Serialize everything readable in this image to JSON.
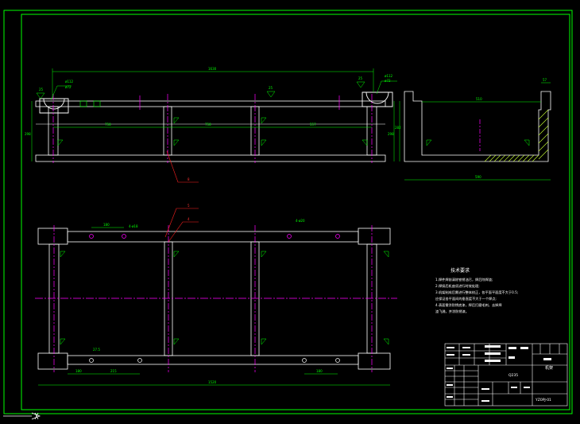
{
  "colors": {
    "background": "#000000",
    "border": "#00ff00",
    "part": "#ffffff",
    "dimension": "#00ff00",
    "centerline": "#ff00ff",
    "leader": "#ff2020",
    "hatch": "#c8ff32"
  },
  "front_view": {
    "overall_width": "1630",
    "height_left": "298",
    "height_right": "298",
    "span_1": "758",
    "span_2": "758",
    "span_3": "557",
    "notch_1": "ø112",
    "notch_2": "ø72",
    "notch_3": "ø112",
    "notch_4": "ø72",
    "weld_left": "25",
    "weld_mid": "25",
    "weld_right": "25",
    "part_ref": "8"
  },
  "side_view": {
    "top_width": "510",
    "bottom_width": "590",
    "height": "282",
    "corner": "57"
  },
  "plan_view": {
    "overall_width": "1520",
    "offset_1": "180",
    "offset_2": "215",
    "offset_3": "180",
    "offset_4": "27.5",
    "spacing_top": "180",
    "hole_note_1": "4-ø18",
    "hole_note_2": "4-ø20",
    "part_ref_1": "5",
    "part_ref_2": "4"
  },
  "tech_notes": {
    "heading": "技术要求",
    "lines": [
      "1.焊件焊前清除铁锈油污，焊后除焊渣;",
      "2.焊接后机座须进行时效处理;",
      "3.机架制成后需进行整体校正，各平面平面度不大于0.5;",
      "  应保证各平面间的垂直度不大于一个焊点;",
      "4.表面需涂防锈底漆，焊后打磨毛刺，去掉焊",
      "  渣飞溅，并涂防锈漆。"
    ]
  },
  "title_block": {
    "material": "Q235",
    "part_name": "机架",
    "drawing_no": "YZ0PJ-01"
  }
}
